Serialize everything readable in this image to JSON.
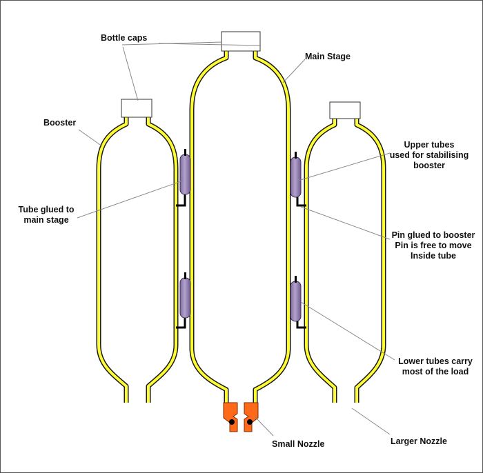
{
  "diagram": {
    "colors": {
      "bottle_fill": "#ffff33",
      "bottle_stroke": "#1a1a1a",
      "tube_fill": "#9c88b8",
      "nozzle_fill": "#ff6a1a",
      "cap_fill": "#ffffff",
      "leader_line": "#888888",
      "pin": "#000000"
    },
    "labels": {
      "bottle_caps": "Bottle caps",
      "main_stage": "Main Stage",
      "booster": "Booster",
      "upper_tubes_1": "Upper tubes",
      "upper_tubes_2": "used for stabilising",
      "upper_tubes_3": "booster",
      "tube_glued_1": "Tube glued to",
      "tube_glued_2": "main stage",
      "pin_glued_1": "Pin glued to booster",
      "pin_glued_2": "Pin is free to move",
      "pin_glued_3": "Inside tube",
      "lower_tubes_1": "Lower tubes carry",
      "lower_tubes_2": "most of the load",
      "small_nozzle": "Small Nozzle",
      "larger_nozzle": "Larger Nozzle"
    }
  }
}
